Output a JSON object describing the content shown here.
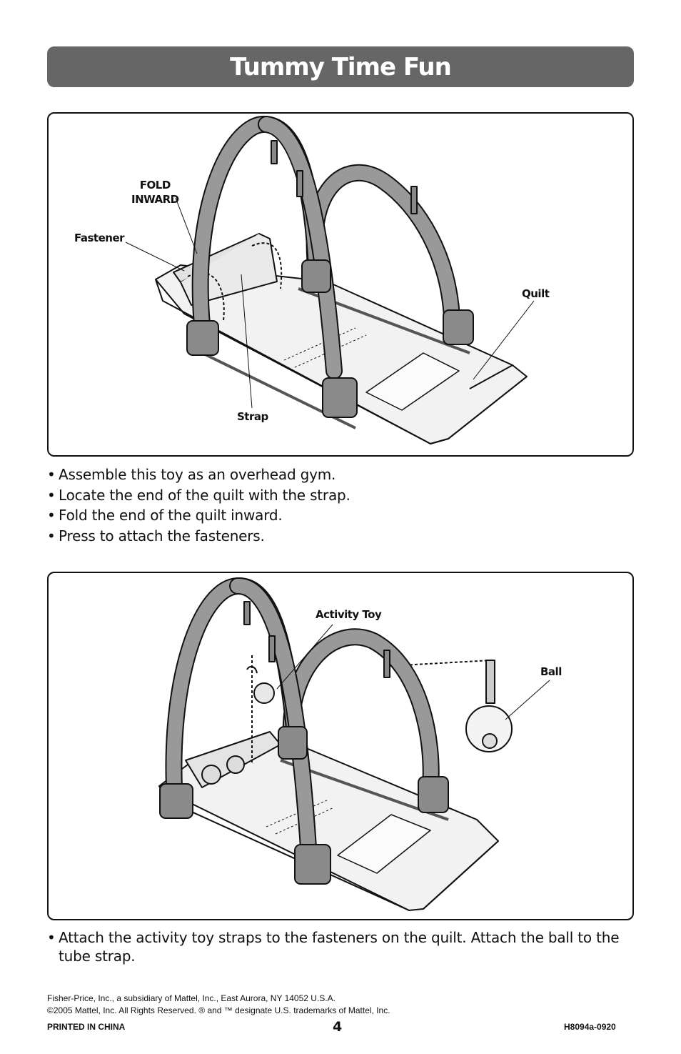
{
  "page": {
    "title": "Tummy Time Fun",
    "page_number": "4"
  },
  "figure1": {
    "labels": {
      "fold_inward": "FOLD\nINWARD",
      "fastener": "Fastener",
      "quilt": "Quilt",
      "strap": "Strap"
    }
  },
  "instructions1": [
    "Assemble this toy as an overhead gym.",
    "Locate the end of the quilt with the strap.",
    "Fold the end of the quilt inward.",
    "Press to attach the fasteners."
  ],
  "figure2": {
    "labels": {
      "activity_toy": "Activity Toy",
      "ball": "Ball"
    }
  },
  "instructions2": [
    "Attach the activity toy straps to the fasteners on the quilt. Attach the ball to the tube strap."
  ],
  "footer": {
    "line1": "Fisher-Price, Inc., a subsidiary of Mattel, Inc., East Aurora, NY 14052 U.S.A.",
    "line2": "©2005 Mattel, Inc. All Rights Reserved. ® and ™ designate U.S. trademarks of Mattel, Inc.",
    "printed": "PRINTED IN CHINA",
    "code": "H8094a-0920"
  },
  "colors": {
    "banner": "#666666",
    "arch": "#8f8f8f",
    "quilt": "#f2f2f2",
    "outline": "#111111"
  }
}
